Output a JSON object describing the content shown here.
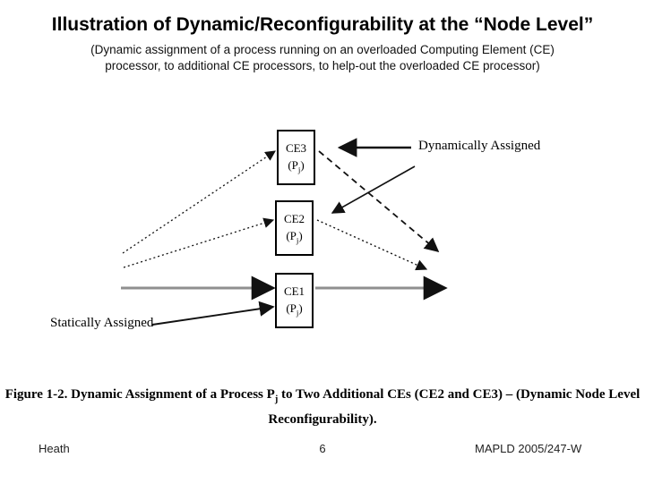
{
  "colors": {
    "black": "#111111",
    "gray_arrow": "#8f8f8f"
  },
  "slide": {
    "title": "Illustration of Dynamic/Reconfigurability at the “Node Level”",
    "subtitle_line1": "(Dynamic assignment of a process running on an overloaded Computing Element (CE)",
    "subtitle_line2": "processor, to additional CE processors, to help-out the overloaded CE processor)"
  },
  "diagram": {
    "boxes": [
      {
        "name": "CE3",
        "proc_pre": "(P",
        "proc_sub": "j",
        "proc_post": ")"
      },
      {
        "name": "CE2",
        "proc_pre": "(P",
        "proc_sub": "j",
        "proc_post": ")"
      },
      {
        "name": "CE1",
        "proc_pre": "(P",
        "proc_sub": "j",
        "proc_post": ")"
      }
    ],
    "labels": {
      "dynamic": "Dynamically Assigned",
      "static": "Statically Assigned"
    }
  },
  "caption": {
    "line1_pre": "Figure 1-2. Dynamic Assignment of a Process P",
    "line1_sub": "j",
    "line1_post": " to Two Additional CEs (CE2 and CE3) – (Dynamic Node Level",
    "line2": "Reconfigurability)."
  },
  "footer": {
    "author": "Heath",
    "page": "6",
    "conference": "MAPLD 2005/247-W"
  }
}
